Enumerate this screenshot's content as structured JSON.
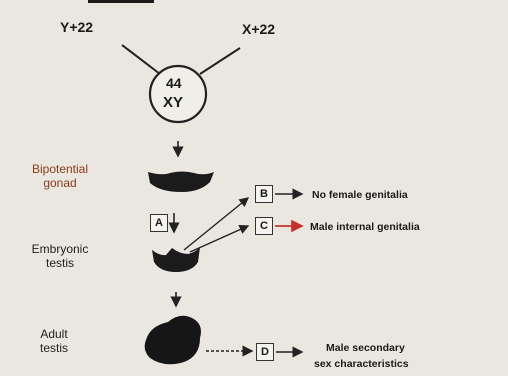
{
  "gametes": {
    "left": "Y+22",
    "right": "X+22"
  },
  "zygote": {
    "line1": "44",
    "line2": "XY"
  },
  "stages": {
    "bipotential": {
      "line1": "Bipotential",
      "line2": "gonad"
    },
    "embryonic": {
      "line1": "Embryonic",
      "line2": "testis"
    },
    "adult": {
      "line1": "Adult",
      "line2": "testis"
    }
  },
  "boxes": {
    "a": "A",
    "b": "B",
    "c": "C",
    "d": "D"
  },
  "outcomes": {
    "b": "No female genitalia",
    "c": "Male internal genitalia",
    "d_line1": "Male secondary",
    "d_line2": "sex characteristics"
  },
  "colors": {
    "label_accent": "#8a3a1a",
    "arrow": "#222222",
    "red_arrow": "#c4312a"
  }
}
